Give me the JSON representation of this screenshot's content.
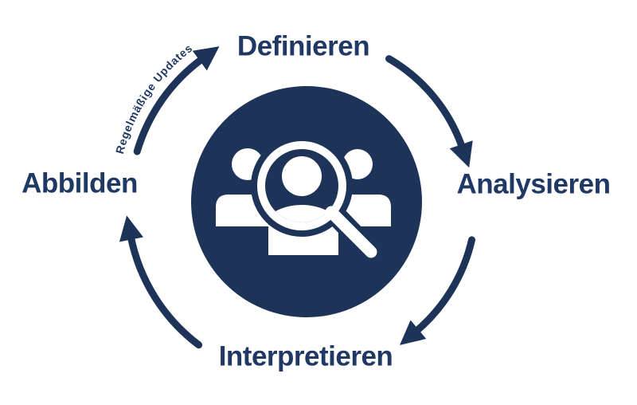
{
  "cycle": {
    "annotation": "Regelmäßige Updates",
    "direction": "clockwise",
    "center_icon": "people-search-icon",
    "steps": [
      {
        "label": "Definieren",
        "position": "top"
      },
      {
        "label": "Analysieren",
        "position": "right"
      },
      {
        "label": "Interpretieren",
        "position": "bottom"
      },
      {
        "label": "Abbilden",
        "position": "left"
      }
    ]
  },
  "colors": {
    "navy": "#1d3458",
    "text": "#1f3864",
    "bg": "#ffffff"
  }
}
